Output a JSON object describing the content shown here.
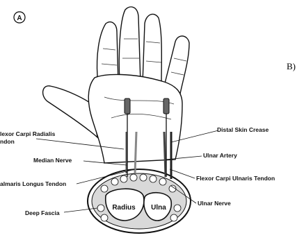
{
  "figure": {
    "panel_a": "A",
    "panel_b": "B)"
  },
  "labels": {
    "flexor_carpi_radialis_line1": "lexor Carpi Radialis",
    "flexor_carpi_radialis_line2": "ndon",
    "median_nerve": "Median Nerve",
    "palmaris_longus": "almaris Longus Tendon",
    "deep_fascia": "Deep Fascia",
    "distal_skin_crease": "Distal Skin Crease",
    "ulnar_artery": "Ulnar Artery",
    "flexor_carpi_ulnaris": "Flexor Carpi Ulnaris Tendon",
    "ulnar_nerve": "Ulnar Nerve",
    "radius": "Radius",
    "ulna": "Ulna"
  }
}
